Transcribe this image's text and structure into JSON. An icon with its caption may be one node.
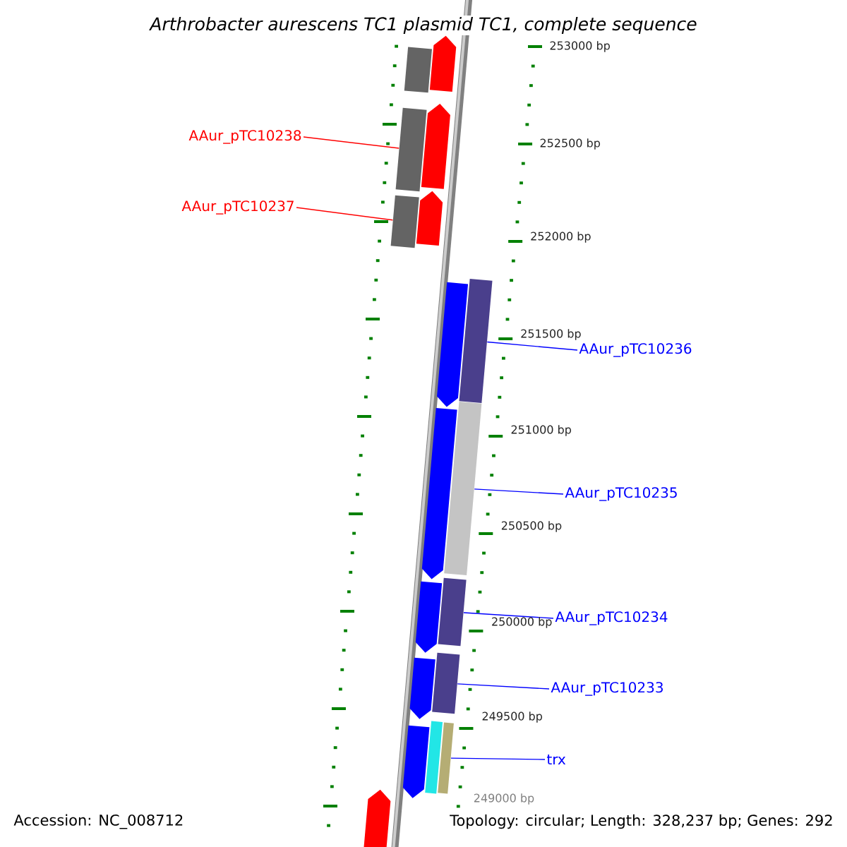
{
  "diagram": {
    "title": "Arthrobacter aurescens TC1 plasmid TC1, complete sequence",
    "nodes": [
      {
        "text": [
          "AAur_pTC10238"
        ]
      },
      {
        "text": [],
        "shape": "bar"
      },
      {
        "text": [
          "AAur_pTC10237"
        ]
      },
      {
        "text": [],
        "shape": "bar"
      },
      {
        "text": [
          "AAur_pTC10236"
        ]
      },
      {
        "text": [],
        "shape": "bar"
      },
      {
        "text": [
          "AAur_pTC10235"
        ]
      },
      {
        "text": [],
        "shape": "bar"
      },
      {
        "text": [
          "AAur_pTC10234"
        ]
      },
      {
        "text": [],
        "shape": "bar"
      },
      {
        "text": [
          "AAur_pTC10233"
        ]
      },
      {
        "text": [],
        "shape": "bar"
      },
      {
        "text": [
          "trx"
        ]
      },
      {
        "text": [],
        "shape": "bar"
      },
      {
        "text": [],
        "shape": "bar"
      },
      {
        "text": [],
        "shape": "pentagon"
      },
      {
        "text": [],
        "shape": "pentagon"
      },
      {
        "text": [],
        "shape": "pentagon"
      },
      {
        "text": [],
        "shape": "pentagon"
      },
      {
        "text": [],
        "shape": "pentagon"
      },
      {
        "text": [],
        "shape": "pentagon"
      },
      {
        "text": [],
        "shape": "pentagon"
      },
      {
        "text": [],
        "shape": "pentagon"
      },
      {
        "text": [],
        "shape": "bar"
      },
      {
        "text": [],
        "shape": "pentagon"
      }
    ],
    "edges": [
      {
        "from": 0,
        "to": 1,
        "arrow": "none",
        "color": "#ff0000"
      },
      {
        "from": 2,
        "to": 3,
        "arrow": "none",
        "color": "#ff0000"
      },
      {
        "from": 4,
        "to": 5,
        "arrow": "none"
      },
      {
        "from": 6,
        "to": 7,
        "arrow": "none"
      },
      {
        "from": 8,
        "to": 9,
        "arrow": "none"
      },
      {
        "from": 10,
        "to": 11,
        "arrow": "none"
      },
      {
        "from": 12,
        "to": 13,
        "arrow": "none"
      }
    ],
    "labels": [
      "253000 bp",
      "252500 bp",
      "252000 bp",
      "251500 bp",
      "251000 bp",
      "250500 bp",
      "250000 bp",
      "249500 bp",
      "249000 bp",
      "Accession: NC_008712",
      "Topology: circular; Length: 328,237 bp; Genes: 292"
    ]
  }
}
